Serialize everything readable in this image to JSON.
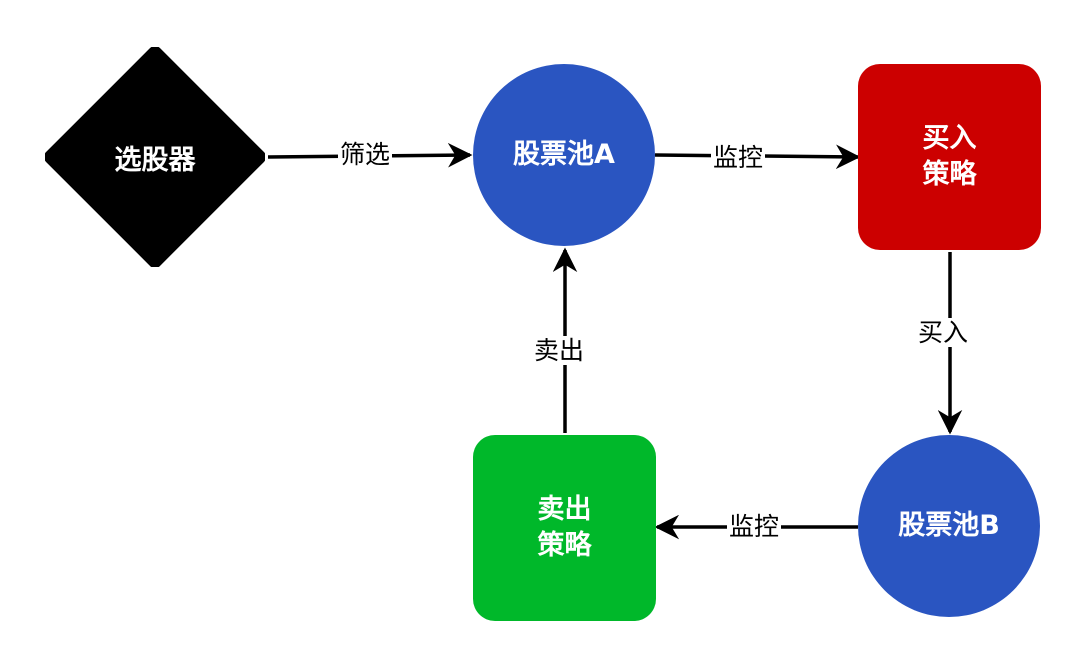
{
  "nodes": {
    "stock_picker": {
      "label": "选股器",
      "color": "#000000"
    },
    "pool_a": {
      "label": "股票池A",
      "color": "#2a55c1"
    },
    "buy_strategy": {
      "label": "买入\n策略",
      "color": "#cc0000"
    },
    "pool_b": {
      "label": "股票池B",
      "color": "#2a55c1"
    },
    "sell_strategy": {
      "label": "卖出\n策略",
      "color": "#00b82a"
    }
  },
  "edges": {
    "filter": "筛选",
    "monitor_a": "监控",
    "buy": "买入",
    "monitor_b": "监控",
    "sell": "卖出"
  }
}
